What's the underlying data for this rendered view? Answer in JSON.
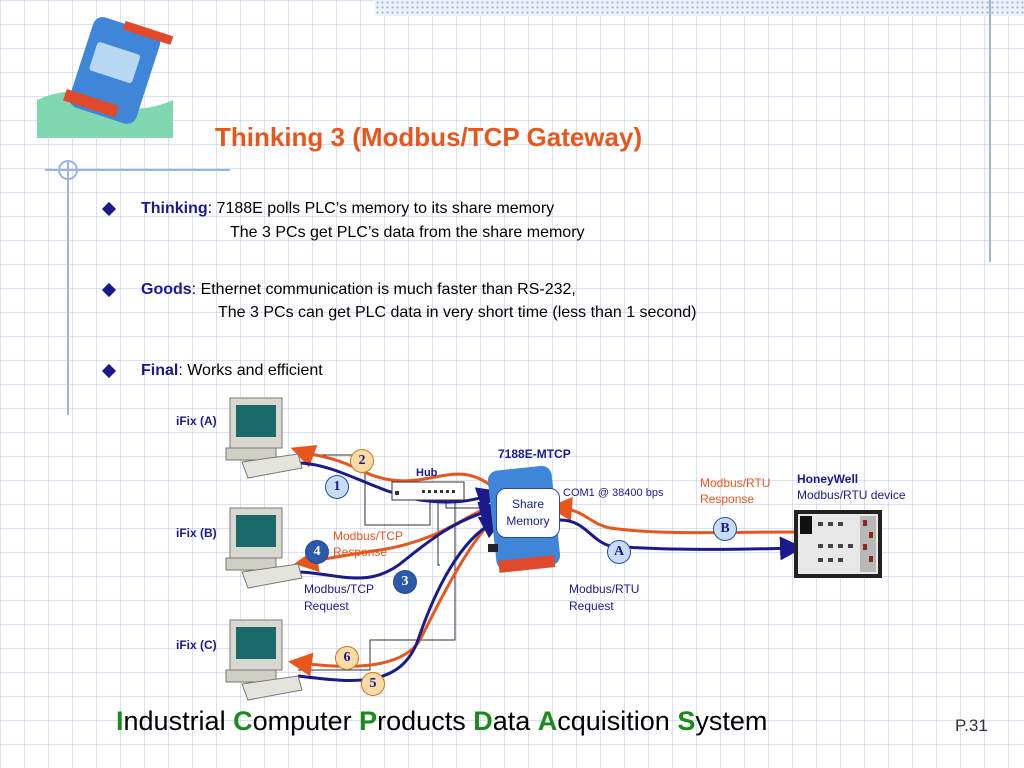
{
  "slide": {
    "title": "Thinking 3 (Modbus/TCP Gateway)",
    "bullets": [
      {
        "keyword": "Thinking",
        "rest": ": 7188E polls PLC’s memory to its share memory",
        "line2": "The 3 PCs get PLC’s data from the share memory"
      },
      {
        "keyword": "Goods",
        "rest": ": Ethernet communication is much faster than RS-232,",
        "line2": "The 3 PCs can get PLC data in very short time (less than 1 second)"
      },
      {
        "keyword": "Final",
        "rest": ": Works and efficient",
        "line2": ""
      }
    ]
  },
  "diagram": {
    "pcs": [
      "iFix (A)",
      "iFix (B)",
      "iFix (C)"
    ],
    "hub_label": "Hub",
    "device_title": "7188E-MTCP",
    "share_memory": [
      "Share",
      "Memory"
    ],
    "com_label": "COM1 @ 38400 bps",
    "rtu_response": [
      "Modbus/RTU",
      "Response"
    ],
    "rtu_request": [
      "Modbus/RTU",
      "Request"
    ],
    "tcp_response": [
      "Modbus/TCP",
      "Response"
    ],
    "tcp_request": [
      "Modbus/TCP",
      "Request"
    ],
    "honeywell_title": "HoneyWell",
    "honeywell_sub": "Modbus/RTU device",
    "steps": [
      "1",
      "2",
      "3",
      "4",
      "5",
      "6",
      "A",
      "B"
    ]
  },
  "footer": {
    "parts": [
      {
        "cap": "I",
        "rest": "ndustrial "
      },
      {
        "cap": "C",
        "rest": "omputer "
      },
      {
        "cap": "P",
        "rest": "roducts "
      },
      {
        "cap": "D",
        "rest": "ata "
      },
      {
        "cap": "A",
        "rest": "cquisition "
      },
      {
        "cap": "S",
        "rest": "ystem"
      }
    ],
    "page": "P.31"
  },
  "colors": {
    "orange": "#e8561c",
    "navy": "#1a1a8c",
    "green": "#1b8a1b"
  }
}
